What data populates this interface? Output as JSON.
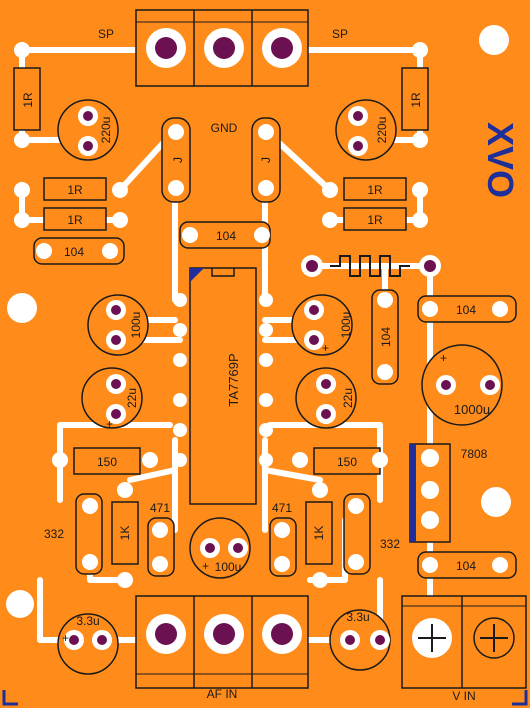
{
  "colors": {
    "board": "#ff8c1a",
    "copper": "#ffffff",
    "drill": "#6b1050",
    "outline": "#1a1a1a",
    "mark": "#1f2f99"
  },
  "ic": {
    "part": "TA7769P"
  },
  "connectors": {
    "speaker": "SP",
    "ground": "GND",
    "input": "AF IN",
    "power": "V IN"
  },
  "jumpers": {
    "left": "J",
    "right": "J"
  },
  "resistors": {
    "r_out": "1R",
    "r_feedback": "150",
    "r_bias": "1K"
  },
  "capacitors": {
    "c_out": "220u",
    "c_film": "104",
    "c_mid": "100u",
    "c_feedback": "22u",
    "c_small": "471",
    "c_center": "100u",
    "c_in": "3.3u",
    "c_supply": "1000u",
    "c_resistor_small": "332"
  },
  "regulator": {
    "part": "7808"
  },
  "logo": "XVO"
}
